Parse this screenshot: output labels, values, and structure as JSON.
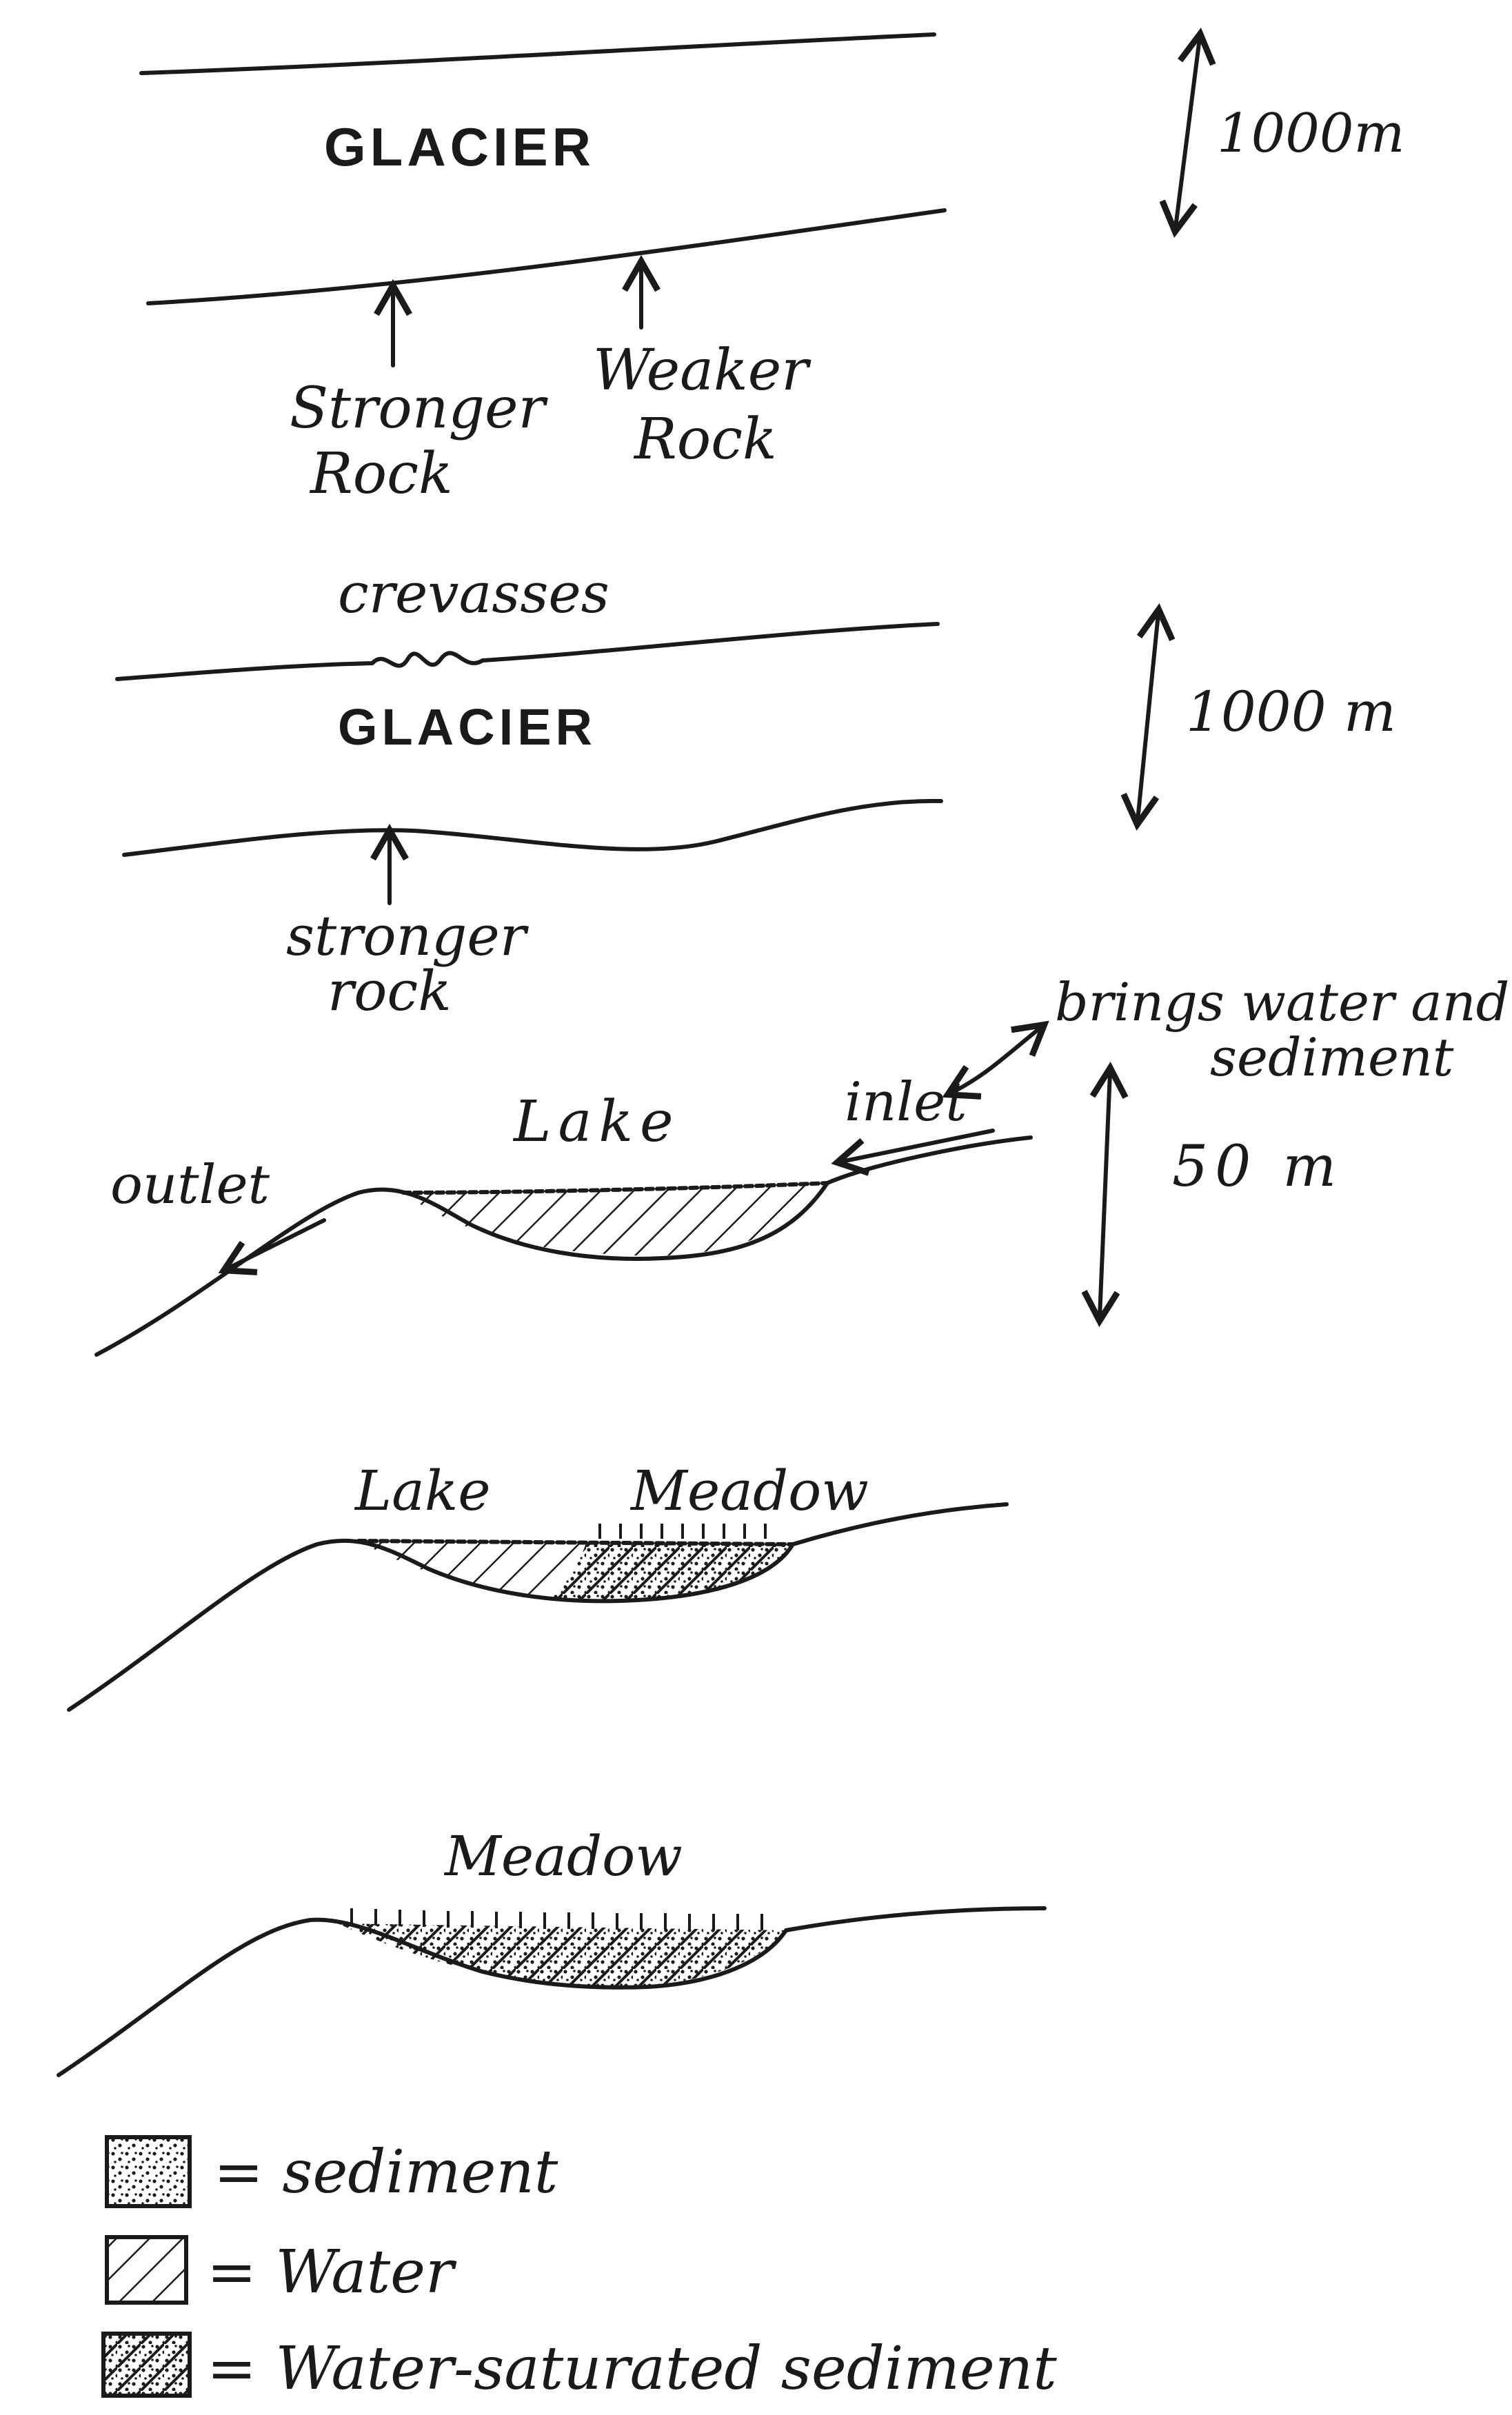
{
  "panel1": {
    "glacier_label": "GLACIER",
    "scale_label": "1000m",
    "stronger_label": [
      "Stronger",
      "Rock"
    ],
    "weaker_label": [
      "Weaker",
      "Rock"
    ]
  },
  "panel2": {
    "crevasses_label": "crevasses",
    "glacier_label": "GLACIER",
    "scale_label": "1000 m",
    "stronger_label": [
      "stronger",
      "rock"
    ]
  },
  "panel3": {
    "lake_label": "Lake",
    "inlet_label": "inlet",
    "outlet_label": "outlet",
    "brings_label": [
      "brings water and",
      "sediment"
    ],
    "scale_label": "50 m"
  },
  "panel4": {
    "lake_label": "Lake",
    "meadow_label": "Meadow"
  },
  "panel5": {
    "meadow_label": "Meadow"
  },
  "legend": {
    "sediment": "= sediment",
    "water": "= Water",
    "saturated": "= Water-saturated sediment"
  }
}
